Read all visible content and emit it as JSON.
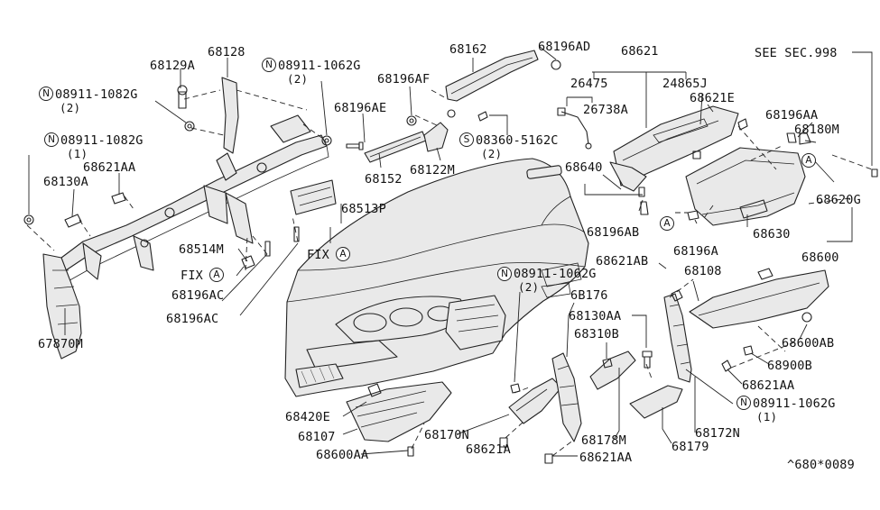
{
  "markers": {
    "circle_letter": "A",
    "nut_letter": "N",
    "screw_letter": "S"
  },
  "labels": {
    "p68128": "68128",
    "p68129A": "68129A",
    "n08911_1062G_top": "08911-1062G",
    "qty_2": "(2)",
    "qty_1": "(1)",
    "n08911_1082G_a": "08911-1082G",
    "n08911_1082G_b": "08911-1082G",
    "p68621AA_left": "68621AA",
    "p68130A": "68130A",
    "p68514M": "68514M",
    "fix": "FIX",
    "p68196AC": "68196AC",
    "p67870M": "67870M",
    "p68162": "68162",
    "p68196AD": "68196AD",
    "p68196AF": "68196AF",
    "p68196AE": "68196AE",
    "s08360_5162C": "08360-5162C",
    "p68152": "68152",
    "p68122M": "68122M",
    "p68513P": "68513P",
    "p68621": "68621",
    "see_sec": "SEE SEC.998",
    "p26475": "26475",
    "p24865J": "24865J",
    "p68621E": "68621E",
    "p26738A": "26738A",
    "p68196AA": "68196AA",
    "p68180M": "68180M",
    "p68640": "68640",
    "p68620G": "68620G",
    "p68196AB": "68196AB",
    "p68630": "68630",
    "p68196A": "68196A",
    "p68600": "68600",
    "p68621AB": "68621AB",
    "p68108": "68108",
    "n08911_1062G_mid": "08911-1062G",
    "p68176": "6B176",
    "p68130AA": "68130AA",
    "p68600AB": "68600AB",
    "p68310B": "68310B",
    "p68900B": "68900B",
    "p68621AA_right": "68621AA",
    "n08911_1062G_bottom": "08911-1062G",
    "p68420E": "68420E",
    "p68107": "68107",
    "p68600AA": "68600AA",
    "p68170N": "68170N",
    "p68621A": "68621A",
    "p68178M": "68178M",
    "p68172N": "68172N",
    "p68179": "68179",
    "p68621AA_bottom": "68621AA",
    "figure_code": "^680*0089"
  }
}
